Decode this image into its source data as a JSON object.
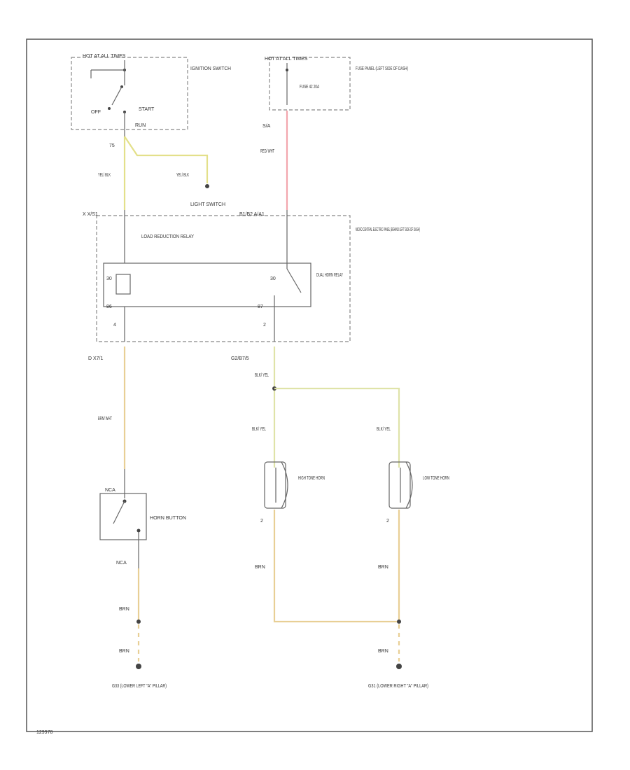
{
  "colors": {
    "yel_blk": "#e3e08a",
    "red_wht": "#f2a6ad",
    "brn_wht": "#e8cf95",
    "blk_yel": "#dfe3a8",
    "brn": "#e8cf95",
    "line": "#666666",
    "border": "#555555"
  },
  "diagram_id": "129978",
  "ignition": {
    "hot": "HOT AT ALL TIMES",
    "name": "IGNITION SWITCH",
    "off": "OFF",
    "start": "START",
    "run": "RUN",
    "term": "75"
  },
  "fuse": {
    "hot": "HOT AT ALL TIMES",
    "fuse": "FUSE 42 20A",
    "panel": "FUSE PANEL (LEFT SIDE OF DASH)",
    "term": "S/A"
  },
  "wires": {
    "yel_blk_1": "YEL/ BLK",
    "yel_blk_2": "YEL/ BLK",
    "red_wht": "RED/ WHT",
    "brn_wht": "BRN/ WHT",
    "blk_yel_1": "BLK/ YEL",
    "blk_yel_2": "BLK/ YEL",
    "blk_yel_3": "BLK/ YEL",
    "brn_1": "BRN",
    "brn_2": "BRN",
    "brn_3": "BRN",
    "brn_4": "BRN",
    "brn_5": "BRN"
  },
  "central_panel": {
    "light_switch": "LIGHT SWITCH",
    "conn_left": "X X/S1",
    "conn_right": "B1/B2 A/A1",
    "name": "MICRO CENTRAL ELECTRIC PANEL (BEHIND LEFT SIDE OF DASH)",
    "load_relay": "LOAD REDUCTION RELAY",
    "horn_relay": "DUAL HORN RELAY",
    "pin_30_l": "30",
    "pin_86": "86",
    "pin_30_r": "30",
    "pin_87": "87",
    "pin_4": "4",
    "pin_2": "2",
    "out_left": "D X7/1",
    "out_right": "G2/B7/5"
  },
  "horn_button": {
    "name": "HORN BUTTON",
    "top_conn": "NCA",
    "bottom_conn": "NCA"
  },
  "horns": {
    "high": "HIGH TONE HORN",
    "low": "LOW TONE HORN",
    "high_pin": "2",
    "low_pin": "2"
  },
  "grounds": {
    "left": "G33 (LOWER LEFT \"A\" PILLAR)",
    "right": "G31 (LOWER RIGHT \"A\" PILLAR)"
  }
}
